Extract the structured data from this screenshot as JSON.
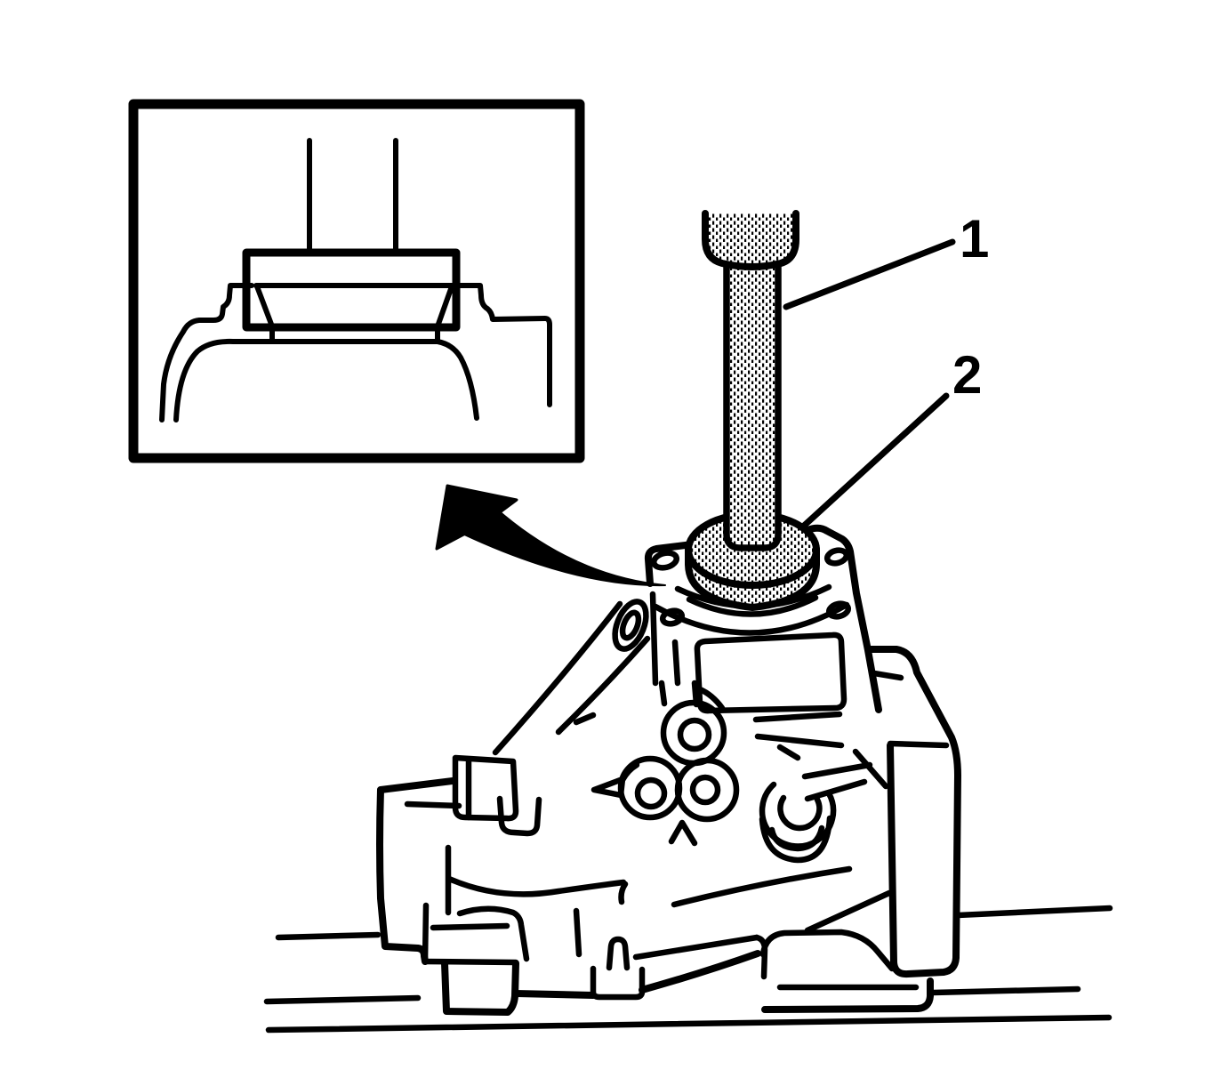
{
  "diagram": {
    "description": "Service manual illustration of a seal installer tool pressing a seal into a transaxle case, with inset cross-section detail",
    "background_color": "#ffffff",
    "stroke_color": "#000000",
    "callouts": [
      {
        "label": "1"
      },
      {
        "label": "2"
      }
    ]
  }
}
